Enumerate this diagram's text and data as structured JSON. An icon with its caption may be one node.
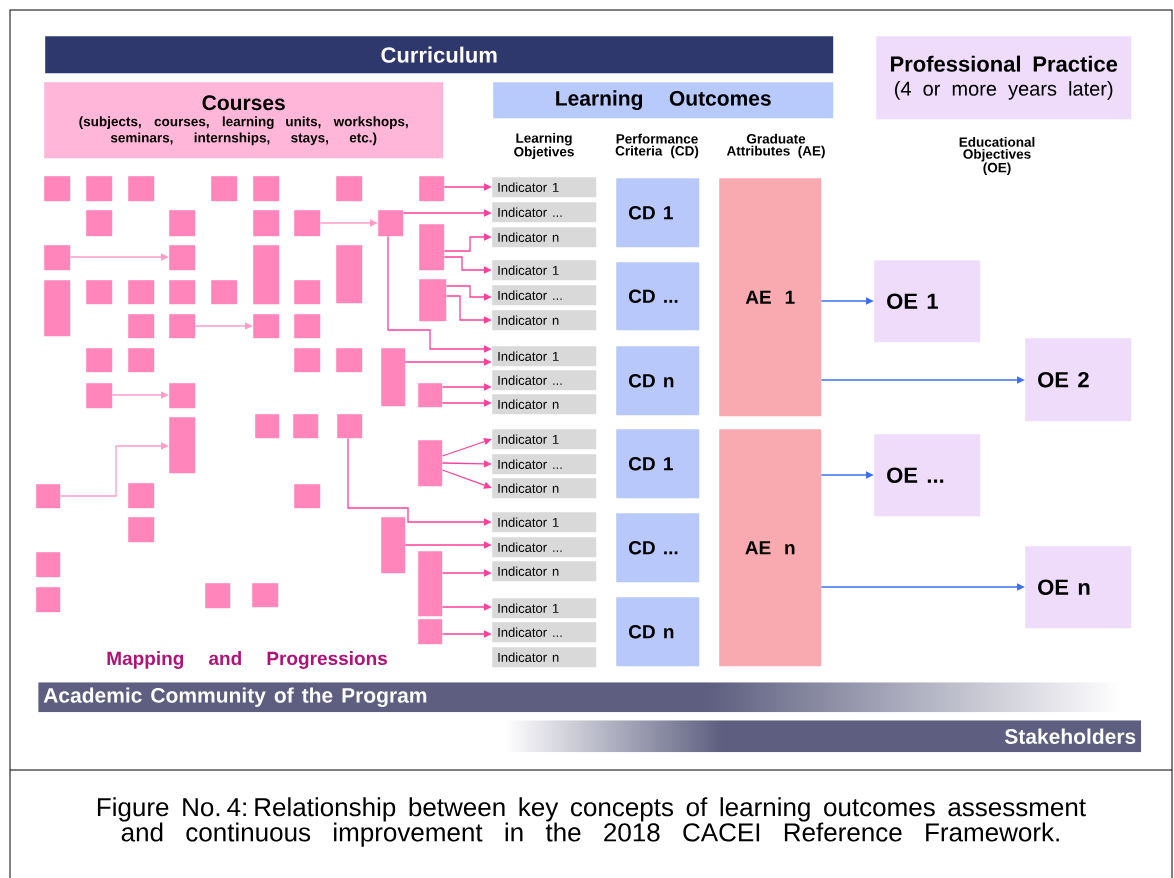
{
  "diagram": {
    "caption": "Figure No. 4: Relationship between key concepts of learning outcomes assessment and continuous improvement in the 2018 CACEI Reference Framework.",
    "nodes": [
      {
        "text": [
          "Curriculum"
        ]
      },
      {
        "text": [
          "Courses",
          "(subjects, courses, learning units, workshops, seminars, internships, stays, etc.)"
        ]
      },
      {
        "text": [
          "Learning Outcomes"
        ]
      },
      {
        "text": [
          "Professional Practice",
          "(4 or more years later)"
        ]
      },
      {
        "text": [],
        "shape": "box"
      },
      {
        "text": [],
        "shape": "box"
      },
      {
        "text": [],
        "shape": "box"
      },
      {
        "text": [],
        "shape": "box"
      },
      {
        "text": [],
        "shape": "box"
      },
      {
        "text": [],
        "shape": "box"
      },
      {
        "text": [],
        "shape": "box"
      },
      {
        "text": [],
        "shape": "box"
      },
      {
        "text": [],
        "shape": "box"
      },
      {
        "text": [],
        "shape": "box"
      },
      {
        "text": [],
        "shape": "box"
      },
      {
        "text": [],
        "shape": "box"
      },
      {
        "text": [],
        "shape": "box"
      },
      {
        "text": [],
        "shape": "box"
      },
      {
        "text": [],
        "shape": "box"
      },
      {
        "text": [],
        "shape": "box"
      },
      {
        "text": [],
        "shape": "box"
      },
      {
        "text": [],
        "shape": "box"
      },
      {
        "text": [],
        "shape": "box"
      },
      {
        "text": [],
        "shape": "box"
      },
      {
        "text": [],
        "shape": "box"
      },
      {
        "text": [],
        "shape": "box"
      },
      {
        "text": [],
        "shape": "box"
      },
      {
        "text": [],
        "shape": "box"
      },
      {
        "text": [],
        "shape": "box"
      },
      {
        "text": [],
        "shape": "box"
      },
      {
        "text": [],
        "shape": "box"
      },
      {
        "text": [],
        "shape": "box"
      },
      {
        "text": [],
        "shape": "box"
      },
      {
        "text": [],
        "shape": "box"
      },
      {
        "text": [],
        "shape": "box"
      },
      {
        "text": [],
        "shape": "box"
      },
      {
        "text": [],
        "shape": "box"
      },
      {
        "text": [],
        "shape": "box"
      },
      {
        "text": [],
        "shape": "box"
      },
      {
        "text": [],
        "shape": "box"
      },
      {
        "text": [],
        "shape": "box"
      },
      {
        "text": [],
        "shape": "box"
      },
      {
        "text": [],
        "shape": "box"
      },
      {
        "text": [],
        "shape": "box"
      },
      {
        "text": [],
        "shape": "box"
      },
      {
        "text": [],
        "shape": "box"
      },
      {
        "text": [],
        "shape": "box"
      },
      {
        "text": [],
        "shape": "box"
      },
      {
        "text": [],
        "shape": "box"
      },
      {
        "text": [],
        "shape": "box"
      },
      {
        "text": [],
        "shape": "box"
      },
      {
        "text": [],
        "shape": "box"
      },
      {
        "text": [],
        "shape": "box"
      },
      {
        "text": [],
        "shape": "box"
      },
      {
        "text": [],
        "shape": "box"
      },
      {
        "text": [],
        "shape": "box"
      },
      {
        "text": [
          "Indicator 1"
        ]
      },
      {
        "text": [
          "Indicator ..."
        ]
      },
      {
        "text": [
          "Indicator n"
        ]
      },
      {
        "text": [
          "Indicator 1"
        ]
      },
      {
        "text": [
          "Indicator ..."
        ]
      },
      {
        "text": [
          "Indicator n"
        ]
      },
      {
        "text": [
          "Indicator 1"
        ]
      },
      {
        "text": [
          "Indicator ..."
        ]
      },
      {
        "text": [
          "Indicator n"
        ]
      },
      {
        "text": [
          "Indicator 1"
        ]
      },
      {
        "text": [
          "Indicator ..."
        ]
      },
      {
        "text": [
          "Indicator n"
        ]
      },
      {
        "text": [
          "Indicator 1"
        ]
      },
      {
        "text": [
          "Indicator ..."
        ]
      },
      {
        "text": [
          "Indicator n"
        ]
      },
      {
        "text": [
          "Indicator 1"
        ]
      },
      {
        "text": [
          "Indicator ..."
        ]
      },
      {
        "text": [
          "Indicator n"
        ]
      },
      {
        "text": [
          "CD 1"
        ]
      },
      {
        "text": [
          "CD ..."
        ]
      },
      {
        "text": [
          "CD n"
        ]
      },
      {
        "text": [
          "CD 1"
        ]
      },
      {
        "text": [
          "CD ..."
        ]
      },
      {
        "text": [
          "CD n"
        ]
      },
      {
        "text": [
          "AE 1"
        ]
      },
      {
        "text": [
          "AE n"
        ]
      },
      {
        "text": [
          "OE 1"
        ]
      },
      {
        "text": [
          "OE 2"
        ]
      },
      {
        "text": [
          "OE ..."
        ]
      },
      {
        "text": [
          "OE n"
        ]
      },
      {
        "text": [
          "Academic Community of the Program"
        ]
      },
      {
        "text": [
          "Stakeholders"
        ]
      }
    ],
    "edges": [
      {
        "from": 17,
        "to": 18,
        "arrow": "to",
        "color": "#ff9ccb"
      },
      {
        "from": 14,
        "to": 15,
        "arrow": "to",
        "color": "#ff9ccb"
      },
      {
        "from": 29,
        "to": 30,
        "arrow": "to",
        "color": "#ff9ccb"
      },
      {
        "from": 37,
        "to": 38,
        "arrow": "to",
        "color": "#ff9ccb"
      },
      {
        "from": 46,
        "to": 43,
        "arrow": "to",
        "color": "#ff9ccb"
      },
      {
        "from": 10,
        "to": 56,
        "arrow": "to"
      },
      {
        "from": 15,
        "to": 57,
        "arrow": "to"
      },
      {
        "from": 15,
        "to": 62,
        "arrow": "to"
      },
      {
        "from": 16,
        "to": 58,
        "arrow": "to"
      },
      {
        "from": 16,
        "to": 59,
        "arrow": "to"
      },
      {
        "from": 27,
        "to": 60,
        "arrow": "to"
      },
      {
        "from": 27,
        "to": 61,
        "arrow": "to"
      },
      {
        "from": 36,
        "to": 62,
        "arrow": "to"
      },
      {
        "from": 39,
        "to": 63,
        "arrow": "to"
      },
      {
        "from": 39,
        "to": 64,
        "arrow": "to"
      },
      {
        "from": 44,
        "to": 65,
        "arrow": "to"
      },
      {
        "from": 44,
        "to": 66,
        "arrow": "to"
      },
      {
        "from": 44,
        "to": 67,
        "arrow": "to"
      },
      {
        "from": 42,
        "to": 68,
        "arrow": "to"
      },
      {
        "from": 49,
        "to": 69,
        "arrow": "to"
      },
      {
        "from": 50,
        "to": 70,
        "arrow": "to"
      },
      {
        "from": 50,
        "to": 71,
        "arrow": "to"
      },
      {
        "from": 55,
        "to": 72,
        "arrow": "to"
      },
      {
        "from": 80,
        "to": 82,
        "arrow": "to",
        "color": "#3d6ff2"
      },
      {
        "from": 80,
        "to": 83,
        "arrow": "to",
        "color": "#3d6ff2"
      },
      {
        "from": 81,
        "to": 84,
        "arrow": "to",
        "color": "#3d6ff2"
      },
      {
        "from": 81,
        "to": 85,
        "arrow": "to",
        "color": "#3d6ff2"
      }
    ],
    "labels": [
      "Learning Objetives",
      "Performance Criteria (CD)",
      "Graduate Attributes (AE)",
      "Educational Objectives (OE)",
      "Mapping and Progressions"
    ]
  }
}
